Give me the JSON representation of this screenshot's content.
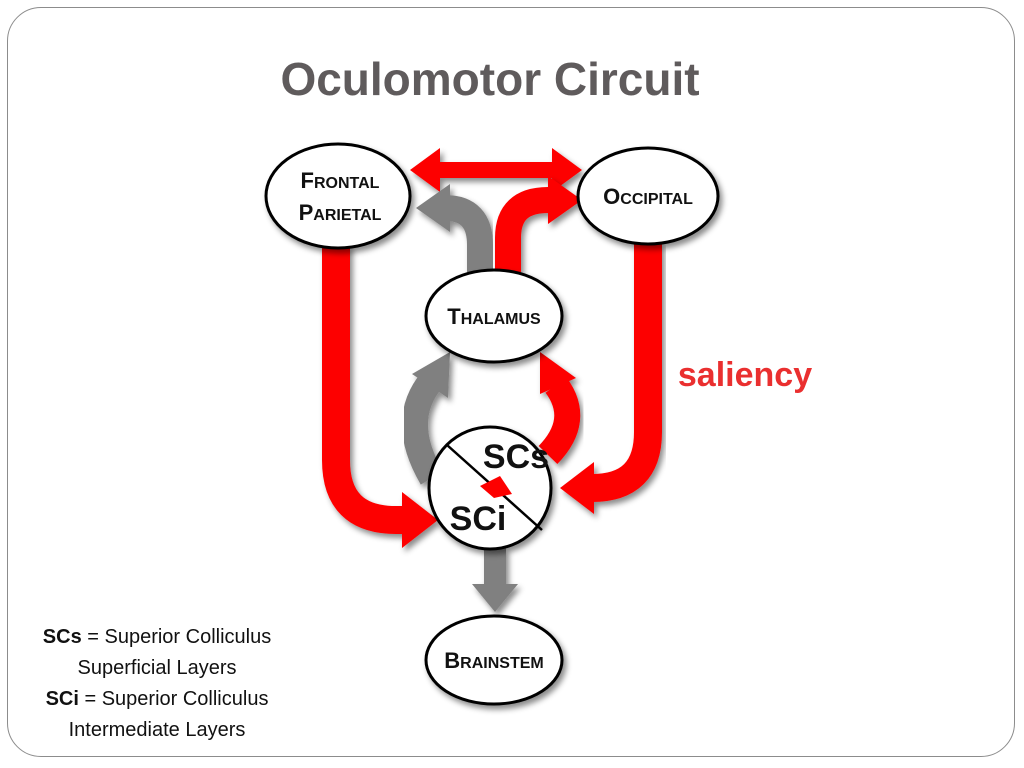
{
  "title": "Oculomotor Circuit",
  "nodes": {
    "frontal_parietal": {
      "line1_first": "F",
      "line1_rest": "RONTAL",
      "line2_first": "P",
      "line2_rest": "ARIETAL"
    },
    "occipital": {
      "first": "O",
      "rest": "CCIPITAL"
    },
    "thalamus": {
      "first": "T",
      "rest": "HALAMUS"
    },
    "sc_superficial": "SCs",
    "sc_intermediate": "SCi",
    "brainstem": {
      "first": "B",
      "rest": "RAINSTEM"
    }
  },
  "annotation": "saliency",
  "legend": {
    "scs_abbr": "SCs",
    "scs_def_line1": " = Superior Colliculus",
    "scs_def_line2": "Superficial Layers",
    "sci_abbr": "SCi",
    "sci_def_line1": " = Superior Colliculus",
    "sci_def_line2": "Intermediate Layers"
  },
  "colors": {
    "red_arrow": "#fd0000",
    "gray_arrow": "#808080",
    "title": "#5f5b5c",
    "saliency": "#ea2f2f"
  }
}
